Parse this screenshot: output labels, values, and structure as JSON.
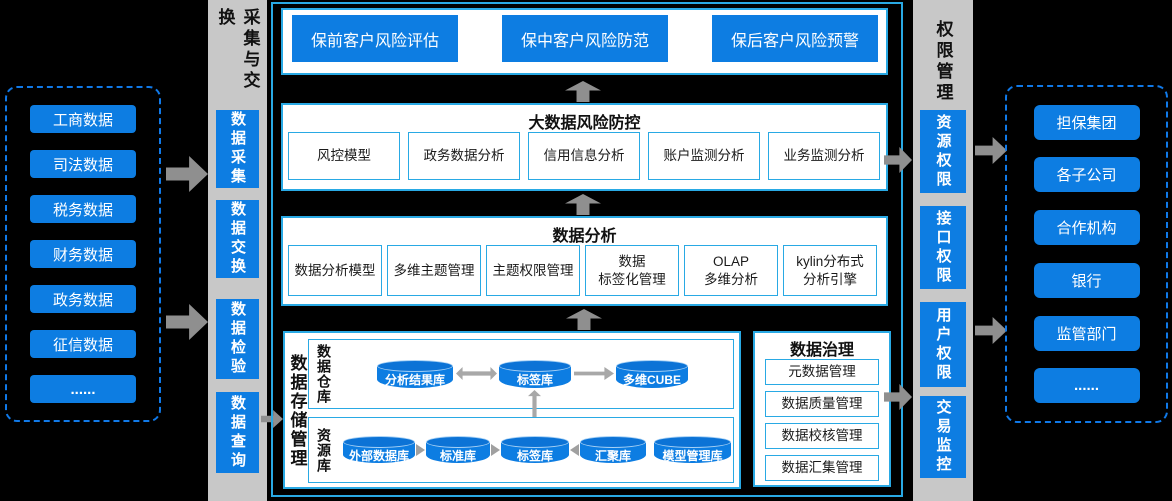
{
  "colors": {
    "background": "#000000",
    "node_blue": "#0d7de2",
    "section_border_cyan": "#29a9e4",
    "dashed_border_blue": "#1079e8",
    "column_gray": "#c8c8c8",
    "arrow_gray": "#8f8f8f"
  },
  "left_sources": {
    "items": [
      {
        "label": "工商数据"
      },
      {
        "label": "司法数据"
      },
      {
        "label": "税务数据"
      },
      {
        "label": "财务数据"
      },
      {
        "label": "政务数据"
      },
      {
        "label": "征信数据"
      },
      {
        "label": "......"
      }
    ]
  },
  "collect_column": {
    "title": "采集与交换",
    "items": [
      {
        "label": "数据采集"
      },
      {
        "label": "数据交换"
      },
      {
        "label": "数据检验"
      },
      {
        "label": "数据查询"
      }
    ]
  },
  "top_apps": {
    "items": [
      {
        "label": "保前客户风险评估"
      },
      {
        "label": "保中客户风险防范"
      },
      {
        "label": "保后客户风险预警"
      }
    ]
  },
  "risk_section": {
    "title": "大数据风险防控",
    "items": [
      {
        "label": "风控模型"
      },
      {
        "label": "政务数据分析"
      },
      {
        "label": "信用信息分析"
      },
      {
        "label": "账户监测分析"
      },
      {
        "label": "业务监测分析"
      }
    ]
  },
  "analysis_section": {
    "title": "数据分析",
    "items": [
      {
        "label": "数据分析模型"
      },
      {
        "label": "多维主题管理"
      },
      {
        "label": "主题权限管理"
      },
      {
        "label": "数据\n标签化管理"
      },
      {
        "label": "OLAP\n多维分析"
      },
      {
        "label": "kylin分布式\n分析引擎"
      }
    ]
  },
  "storage_section": {
    "title": "数据存储管理",
    "warehouse": {
      "label": "数据仓库",
      "cylinders": [
        {
          "label": "分析结果库"
        },
        {
          "label": "标签库"
        },
        {
          "label": "多维CUBE"
        }
      ]
    },
    "resource": {
      "label": "资源库",
      "cylinders": [
        {
          "label": "外部数据库"
        },
        {
          "label": "标准库"
        },
        {
          "label": "标签库"
        },
        {
          "label": "汇聚库"
        },
        {
          "label": "模型管理库"
        }
      ]
    }
  },
  "governance": {
    "title": "数据治理",
    "items": [
      {
        "label": "元数据管理"
      },
      {
        "label": "数据质量管理"
      },
      {
        "label": "数据校核管理"
      },
      {
        "label": "数据汇集管理"
      }
    ]
  },
  "permission_column": {
    "title": "权限管理",
    "items": [
      {
        "label": "资源权限"
      },
      {
        "label": "接口权限"
      },
      {
        "label": "用户权限"
      },
      {
        "label": "交易监控"
      }
    ]
  },
  "right_consumers": {
    "items": [
      {
        "label": "担保集团"
      },
      {
        "label": "各子公司"
      },
      {
        "label": "合作机构"
      },
      {
        "label": "银行"
      },
      {
        "label": "监管部门"
      },
      {
        "label": "......"
      }
    ]
  }
}
